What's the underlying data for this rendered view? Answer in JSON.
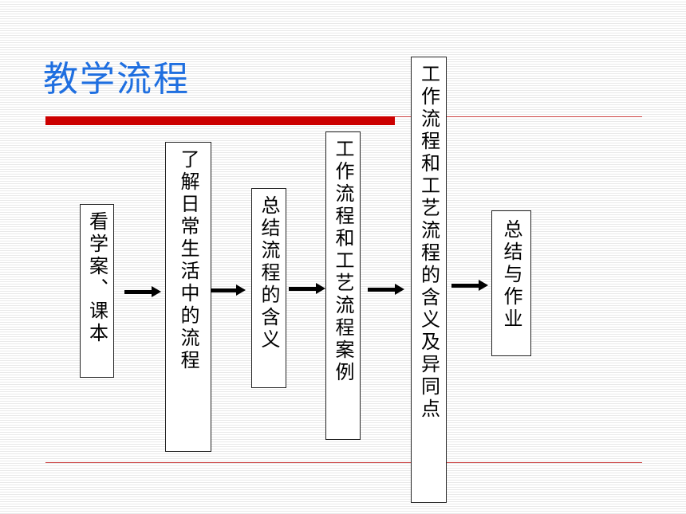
{
  "slide": {
    "title": "教学流程",
    "steps": [
      {
        "text": "看学案、课本"
      },
      {
        "text": "了解日常生活中的流程"
      },
      {
        "text": "总结流程的含义"
      },
      {
        "text": "工作流程和工艺流程案例"
      },
      {
        "text": "工作流程和工艺流程的含义及异同点"
      },
      {
        "text": "总结与作业"
      }
    ]
  },
  "colors": {
    "title": "#1f6fe0",
    "accent_bar": "#cc0000",
    "arrow": "#000000"
  }
}
